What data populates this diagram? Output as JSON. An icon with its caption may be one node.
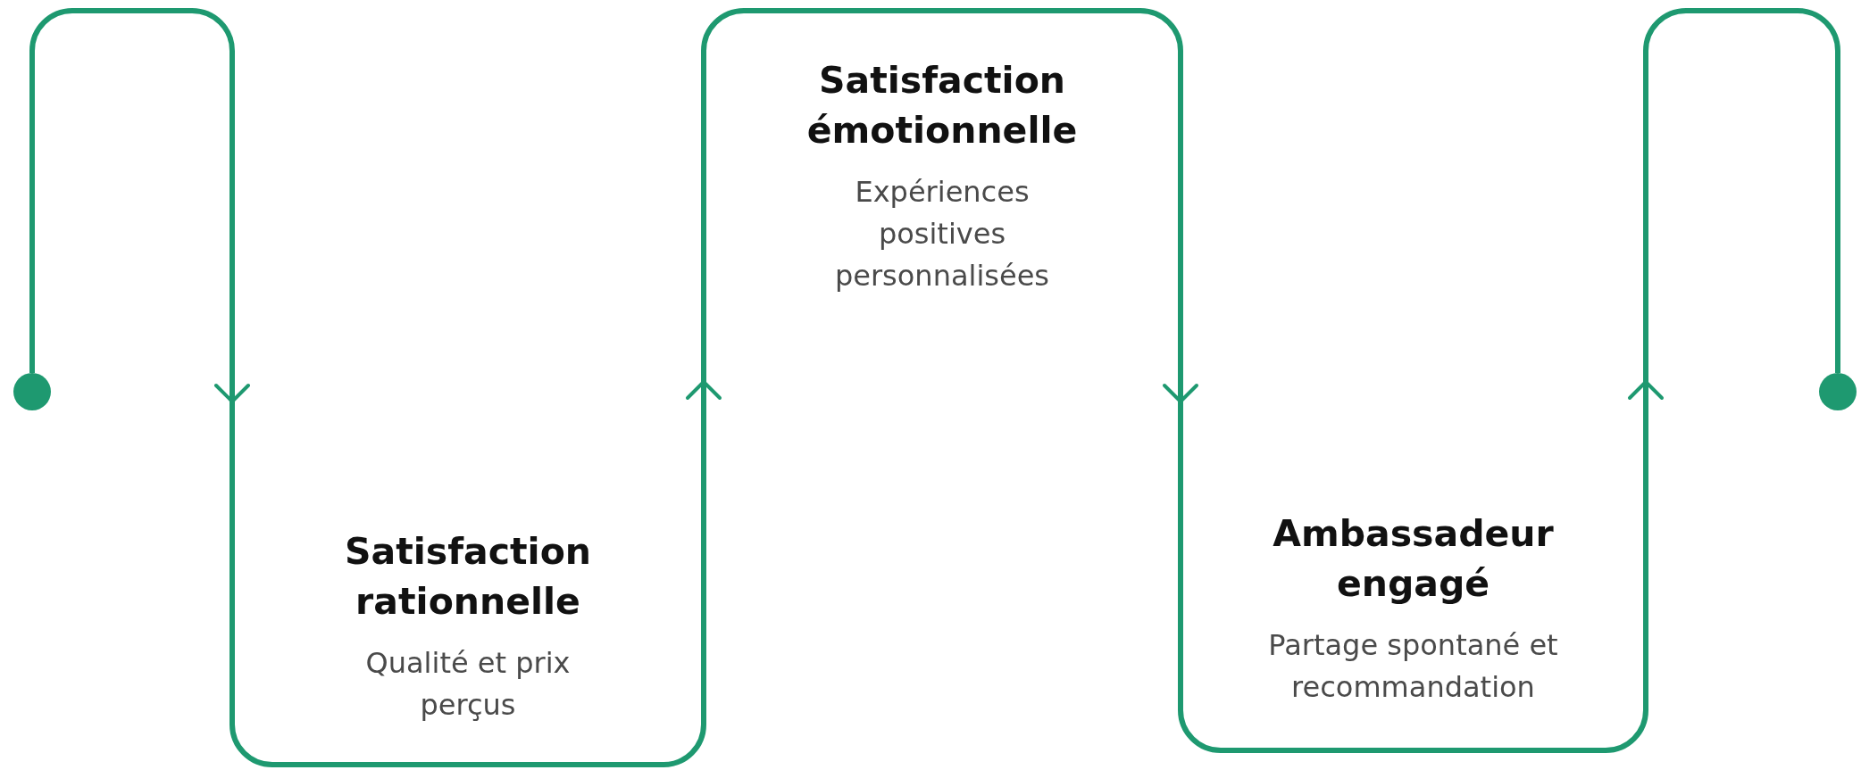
{
  "diagram": {
    "nodes": [
      {
        "text": [],
        "shape": "circle"
      },
      {
        "text": [
          "Satisfaction rationnelle",
          "Qualité et prix perçus"
        ]
      },
      {
        "text": [
          "Satisfaction émotionnelle",
          "Expériences positives personnalisées"
        ]
      },
      {
        "text": [
          "Ambassadeur engagé",
          "Partage spontané et recommandation"
        ]
      },
      {
        "text": [],
        "shape": "circle"
      }
    ],
    "edges": [
      {
        "from": 0,
        "to": 1,
        "arrow": "to"
      },
      {
        "from": 1,
        "to": 2,
        "arrow": "to"
      },
      {
        "from": 2,
        "to": 3,
        "arrow": "to"
      },
      {
        "from": 3,
        "to": 4,
        "arrow": "none"
      }
    ]
  }
}
